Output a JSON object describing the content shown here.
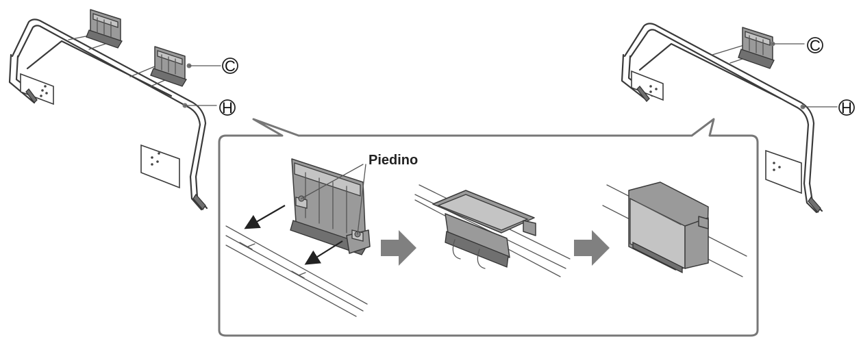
{
  "labels": {
    "c": "C",
    "h": "H",
    "piedino": "Piedino"
  },
  "colors": {
    "line": "#3a3a3a",
    "part": "#9a9a9a",
    "step_arrow": "#808080"
  },
  "icons": [
    "motion-arrow-icon",
    "step-arrow-icon"
  ]
}
